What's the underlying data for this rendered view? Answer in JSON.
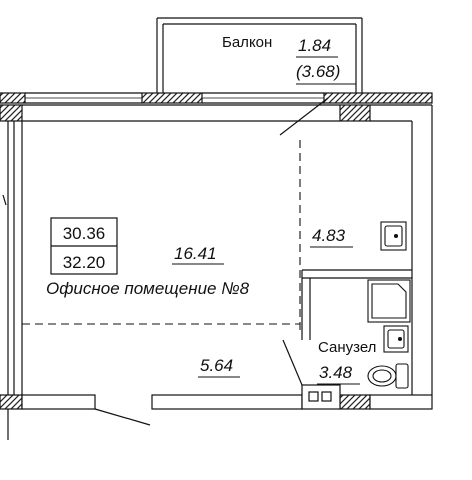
{
  "balcony": {
    "label": "Балкон",
    "area": "1.84",
    "area_total": "(3.68)"
  },
  "area_box": {
    "living": "30.36",
    "total": "32.20"
  },
  "rooms": [
    {
      "id": "main",
      "area": "16.41",
      "name": "Офисное помещение №8"
    },
    {
      "id": "hall",
      "area": "4.83"
    },
    {
      "id": "corridor",
      "area": "5.64"
    },
    {
      "id": "bathroom",
      "area": "3.48",
      "name": "Санузел"
    }
  ],
  "colors": {
    "line": "#111111",
    "wall_hatch": "#777777"
  }
}
